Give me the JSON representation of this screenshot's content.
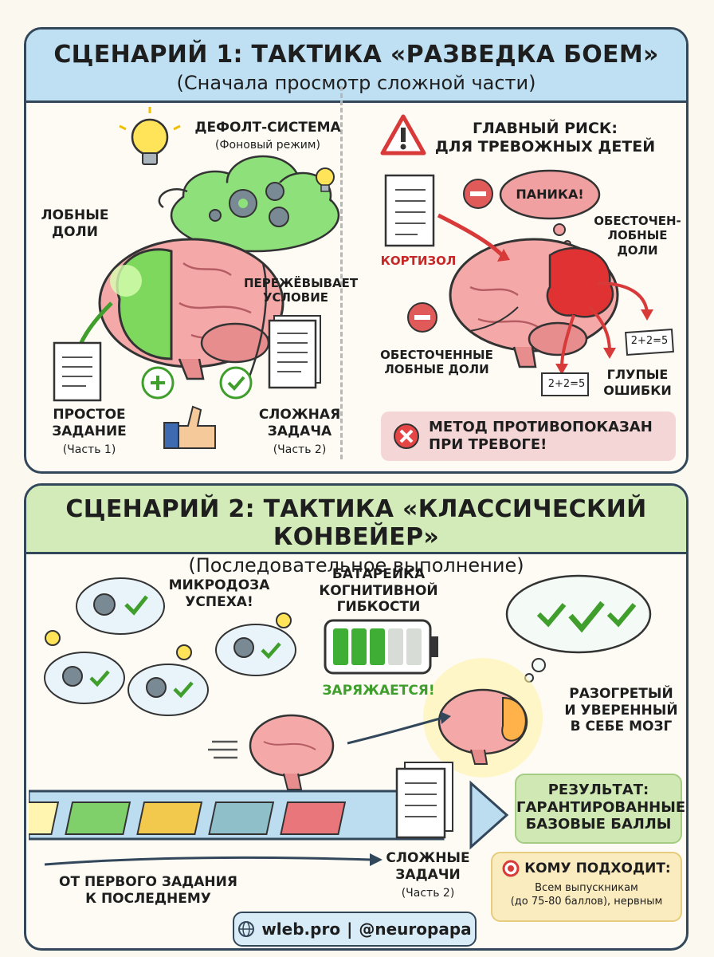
{
  "scenario1": {
    "title": "СЦЕНАРИЙ 1: ТАКТИКА «РАЗВЕДКА БОЕМ»",
    "subtitle": "(Сначала просмотр сложной части)",
    "left": {
      "default_system": "ДЕФОЛТ-СИСТЕМА",
      "background_mode": "(Фоновый режим)",
      "frontal_lobes": "ЛОБНЫЕ\nДОЛИ",
      "chews_condition": "ПЕРЕЖЁВЫВАЕТ\nУСЛОВИЕ",
      "simple_task": "ПРОСТОЕ\nЗАДАНИЕ",
      "simple_task_part": "(Часть 1)",
      "hard_task": "СЛОЖНАЯ\nЗАДАЧА",
      "hard_task_part": "(Часть 2)"
    },
    "right": {
      "main_risk": "ГЛАВНЫЙ РИСК:\nДЛЯ ТРЕВОЖНЫХ ДЕТЕЙ",
      "panic": "ПАНИКА!",
      "cortisol": "КОРТИЗОЛ",
      "deenergized_lobes_right": "ОБЕСТОЧЕН-\nЛОБНЫЕ\nДОЛИ",
      "deenergized_lobes_bottom": "ОБЕСТОЧЕННЫЕ\nЛОБНЫЕ ДОЛИ",
      "stupid_mistakes": "ГЛУПЫЕ\nОШИБКИ",
      "equation": "2+2=5",
      "warning": "МЕТОД ПРОТИВОПОКАЗАН\nПРИ ТРЕВОГЕ!"
    }
  },
  "scenario2": {
    "title": "СЦЕНАРИЙ 2: ТАКТИКА «КЛАССИЧЕСКИЙ КОНВЕЙЕР»",
    "subtitle": "(Последовательное выполнение)",
    "microdose": "МИКРОДОЗА\nУСПЕХА!",
    "battery": "БАТАРЕЙКА\nКОГНИТИВНОЙ\nГИБКОСТИ",
    "charging": "ЗАРЯЖАЕТСЯ!",
    "warm_brain": "РАЗОГРЕТЫЙ\nИ УВЕРЕННЫЙ\nВ СЕБЕ МОЗГ",
    "result": "РЕЗУЛЬТАТ:\nГАРАНТИРОВАННЫЕ\nБАЗОВЫЕ БАЛЛЫ",
    "hard_tasks": "СЛОЖНЫЕ\nЗАДАЧИ",
    "hard_tasks_part": "(Часть 2)",
    "first_to_last": "ОТ ПЕРВОГО ЗАДАНИЯ\nК ПОСЛЕДНЕМУ",
    "who_fits_title": "КОМУ ПОДХОДИТ:",
    "who_fits_text": "Всем выпускникам\n(до 75-80 баллов), нервным"
  },
  "battery_level": 0.6,
  "footer": {
    "site": "wleb.pro",
    "separator": "|",
    "handle": "@neuropapa"
  },
  "colors": {
    "header1": "#bfe0f2",
    "header2": "#d2ebb9",
    "green_accent": "#3f9e2c",
    "red_accent": "#d83a3a",
    "border": "#33475b"
  }
}
